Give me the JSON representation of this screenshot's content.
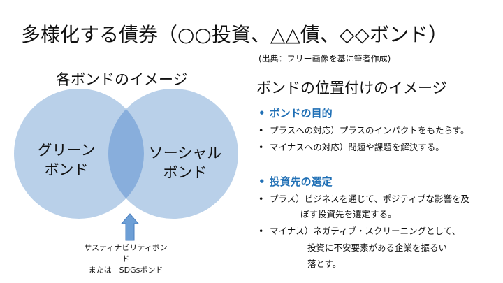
{
  "title": "多様化する債券（○○投資、△△債、◇◇ボンド）",
  "source_note": "(出典：フリー画像を基に筆者作成)",
  "left_panel": {
    "heading": "各ボンドのイメージ",
    "circle_left_label": [
      "グリーン",
      "ボンド"
    ],
    "circle_right_label": [
      "ソーシャル",
      "ボンド"
    ],
    "arrow_caption": [
      "サスティナビリティボンド",
      "または　SDGsボンド"
    ],
    "colors": {
      "circle": "#b9d0e9",
      "overlap": "#88aedc",
      "arrow": "#6d9fd6"
    }
  },
  "right_panel": {
    "heading": "ボンドの位置付けのイメージ",
    "sections": [
      {
        "title": "ボンドの目的",
        "bullets": [
          "プラスへの対応）プラスのインパクトをもたらす。",
          "マイナスへの対応）問題や課題を解決する。"
        ]
      },
      {
        "title": "投資先の選定",
        "bullets": [
          "プラス）ビジネスを通じて、ポジティブな影響を及",
          "マイナス）ネガティブ・スクリーニングとして、"
        ],
        "continuations": [
          "ぼす投資先を選定する。",
          "投資に不安要素がある企業を振るい",
          "落とす。"
        ]
      }
    ],
    "accent_color": "#1f6fb5"
  }
}
